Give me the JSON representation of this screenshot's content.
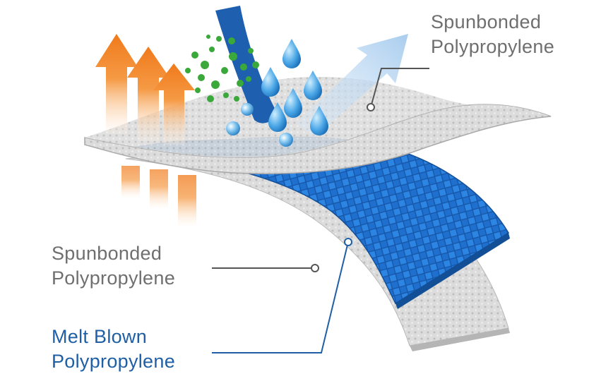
{
  "labels": {
    "top_layer": {
      "line1": "Spunbonded",
      "line2": "Polypropylene"
    },
    "bottom_layer": {
      "line1": "Spunbonded",
      "line2": "Polypropylene"
    },
    "middle_layer": {
      "line1": "Melt Blown",
      "line2": "Polypropylene"
    }
  },
  "colors": {
    "label_gray": "#6f6f6f",
    "label_blue": "#1f5fa6",
    "melt_blown_blue": "#1e6fd0",
    "spunbond_gray": "#d9d9d9",
    "heat_arrow_orange": "#f07a1c",
    "vapor_arrow_blue": "#a9cdee",
    "particle_green": "#3aa83a",
    "water_drop_blue": "#4aa6e6"
  },
  "icons": [
    "heat-arrow-icon",
    "water-drop-icon",
    "particle-icon",
    "vapor-arrow-icon",
    "liquid-stream-icon"
  ]
}
